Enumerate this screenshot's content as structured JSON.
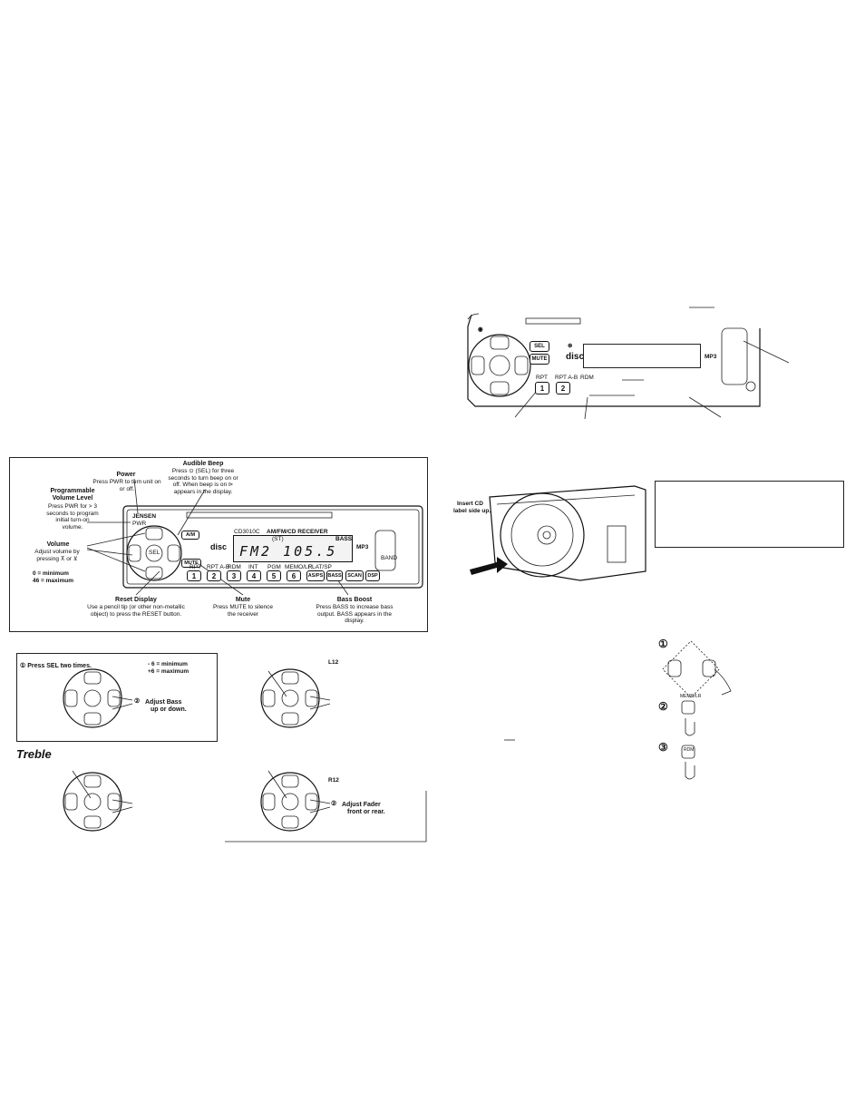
{
  "features_panel": {
    "audible_beep": {
      "title": "Audible Beep",
      "text": "Press ⊙ (SEL) for three seconds to turn beep on or off. When beep is on ⊳ appears in the display."
    },
    "power": {
      "title": "Power",
      "text": "Press PWR to turn unit on or off."
    },
    "programmable_volume": {
      "title": "Programmable Volume Level",
      "text": "Press PWR for > 3 seconds to program initial turn-on volume."
    },
    "volume": {
      "title": "Volume",
      "text": "Adjust volume by pressing ⊼ or ⊻",
      "min": "0 = minimum",
      "max": "46 = maximum"
    },
    "reset_display": {
      "title": "Reset Display",
      "text": "Use a pencil tip (or other non-metallic object) to press the RESET button."
    },
    "mute": {
      "title": "Mute",
      "text": "Press MUTE to silence the receiver"
    },
    "bass_boost": {
      "title": "Bass Boost",
      "text": "Press BASS to increase bass output. BASS appears in the display."
    }
  },
  "radio": {
    "brand": "JENSEN",
    "pwr": "PWR",
    "model": "CD3010C",
    "model_desc": "AM/FM/CD RECEIVER",
    "disc": "disc",
    "mp3": "MP3",
    "display_text": "FM2 105.5",
    "display_st": "(ST)",
    "bass_indicator": "BASS",
    "buttons": [
      "1",
      "2",
      "3",
      "4",
      "5",
      "6"
    ],
    "button_labels": [
      "RPT",
      "RPT A-B",
      "RDM",
      "INT",
      "PGM",
      "MEMO/LR"
    ],
    "extra_buttons": [
      "AS/PS",
      "BASS",
      "SCAN",
      "DSP"
    ],
    "bar_label": "FLAT/SP",
    "sel": "SEL",
    "mute_btn": "MUTE",
    "am": "A/M",
    "band": "BAND"
  },
  "top_radio": {
    "rpt": "RPT",
    "rpt_ab": "RPT A-B",
    "rdm": "RDM",
    "btn1": "1",
    "btn2": "2",
    "sel": "SEL",
    "mute": "MUTE",
    "disc": "disc",
    "mp3": "MP3"
  },
  "bass_box": {
    "step1": "Press SEL two times.",
    "range_min": "- 6  = minimum",
    "range_max": "+6  = maximum",
    "step2a": "Adjust Bass",
    "step2b": "up or down."
  },
  "treble_heading": "Treble",
  "balance_label": "L12",
  "fader": {
    "label": "R12",
    "step2a": "Adjust Fader",
    "step2b": "front or rear."
  },
  "cd": {
    "insert_a": "Insert CD",
    "insert_b": "label side up."
  },
  "remote_steps": {
    "n1": "1",
    "n2": "2",
    "n3": "3",
    "memo": "MEMO/LR",
    "rdm": "RDM"
  }
}
